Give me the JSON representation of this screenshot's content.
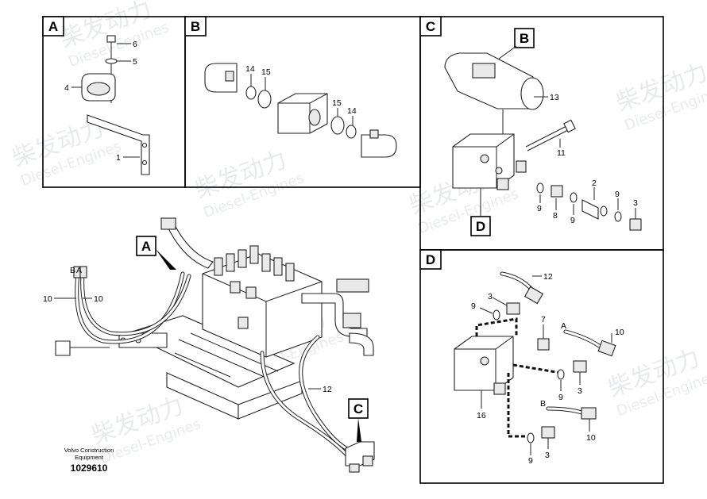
{
  "panels": {
    "A": {
      "label": "A",
      "callouts": [
        "6",
        "5",
        "4",
        "1"
      ]
    },
    "B": {
      "label": "B",
      "callouts": [
        "14",
        "15",
        "15",
        "14"
      ]
    },
    "C": {
      "label": "C",
      "refs": [
        "B",
        "D"
      ],
      "callouts": [
        "13",
        "11",
        "2",
        "9",
        "3",
        "9",
        "8",
        "9"
      ]
    },
    "D": {
      "label": "D",
      "callouts": [
        "12",
        "9",
        "3",
        "7",
        "10",
        "A",
        "9",
        "3",
        "16",
        "B",
        "10",
        "9",
        "3"
      ]
    }
  },
  "overview": {
    "refs": [
      "A",
      "C"
    ],
    "hose_letters": [
      "B",
      "A"
    ],
    "callouts": [
      "10",
      "10",
      "12"
    ]
  },
  "footer": {
    "maker_line1": "Volvo Construction",
    "maker_line2": "Equipment",
    "doc_number": "1029610"
  },
  "watermark": {
    "cn": "柴发动力",
    "en": "Diesel-Engines"
  }
}
